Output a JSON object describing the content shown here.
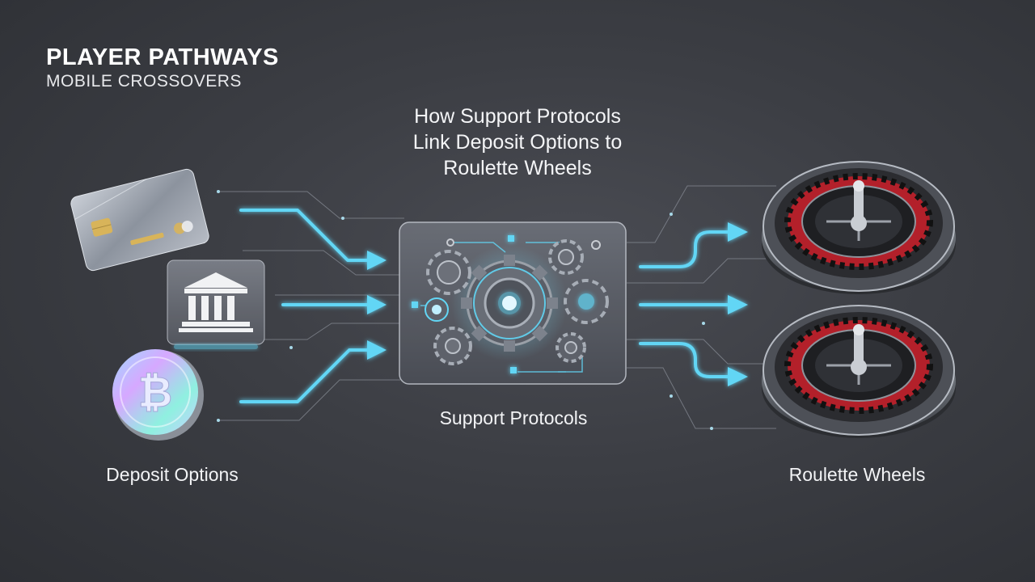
{
  "brand": {
    "title": "PLAYER PATHWAYS",
    "subtitle": "MOBILE CROSSOVERS"
  },
  "headline": {
    "line1": "How Support Protocols",
    "line2": "Link Deposit Options to",
    "line3": "Roulette Wheels"
  },
  "captions": {
    "deposit": "Deposit Options",
    "support": "Support Protocols",
    "roulette": "Roulette Wheels"
  },
  "deposit_icons": [
    "credit-card-icon",
    "bank-icon",
    "bitcoin-coin-icon"
  ],
  "hub_icon": "gears-icon",
  "output_icons": [
    "roulette-wheel-icon",
    "roulette-wheel-icon"
  ],
  "colors": {
    "background": "#3a3c42",
    "accent": "#5fd3f3",
    "roulette_red": "#b3202a"
  }
}
